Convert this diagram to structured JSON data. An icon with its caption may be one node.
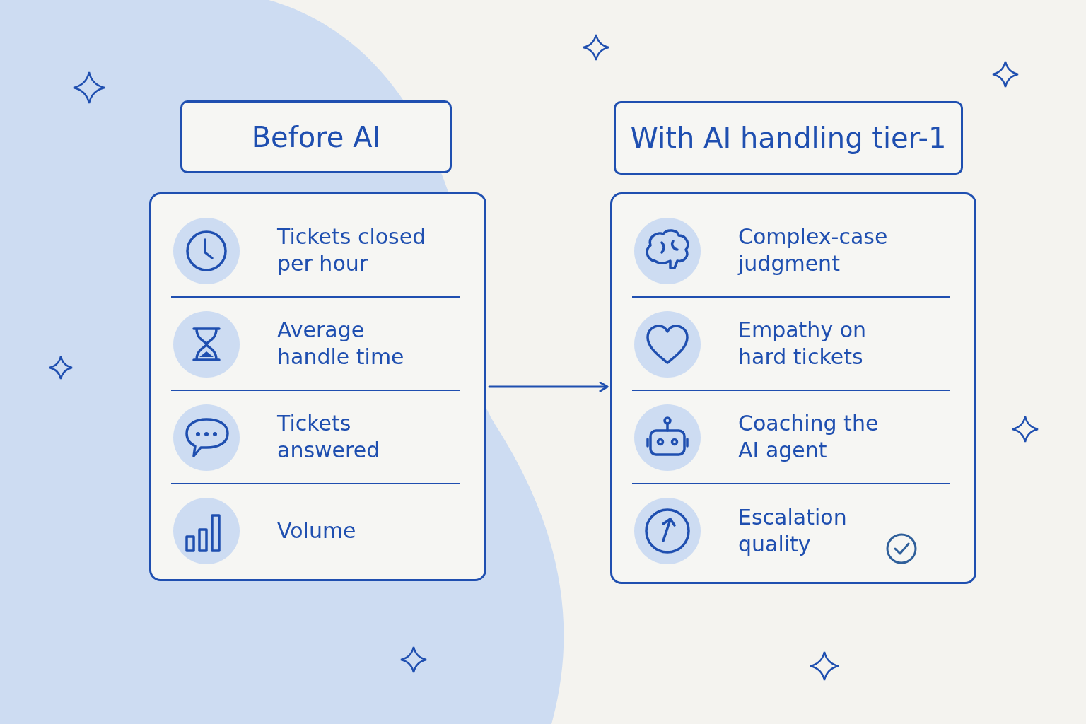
{
  "diagram": {
    "nodes": [
      {
        "text": [
          "Before AI"
        ]
      },
      {
        "text": [],
        "shape": "box"
      },
      {
        "text": [
          "Tickets closed per hour"
        ],
        "in": 1
      },
      {
        "text": [
          "Average handle time"
        ],
        "in": 1
      },
      {
        "text": [
          "Tickets answered"
        ],
        "in": 1
      },
      {
        "text": [
          "Volume"
        ],
        "in": 1
      },
      {
        "text": [
          "With AI handling tier-1"
        ]
      },
      {
        "text": [],
        "shape": "box"
      },
      {
        "text": [
          "Complex-case judgment"
        ],
        "in": 7
      },
      {
        "text": [
          "Empathy on hard tickets"
        ],
        "in": 7
      },
      {
        "text": [
          "Coaching the AI agent"
        ],
        "in": 7
      },
      {
        "text": [
          "Escalation quality"
        ],
        "in": 7
      }
    ],
    "edges": [
      {
        "from": 1,
        "to": 7,
        "arrow": "to"
      }
    ]
  }
}
